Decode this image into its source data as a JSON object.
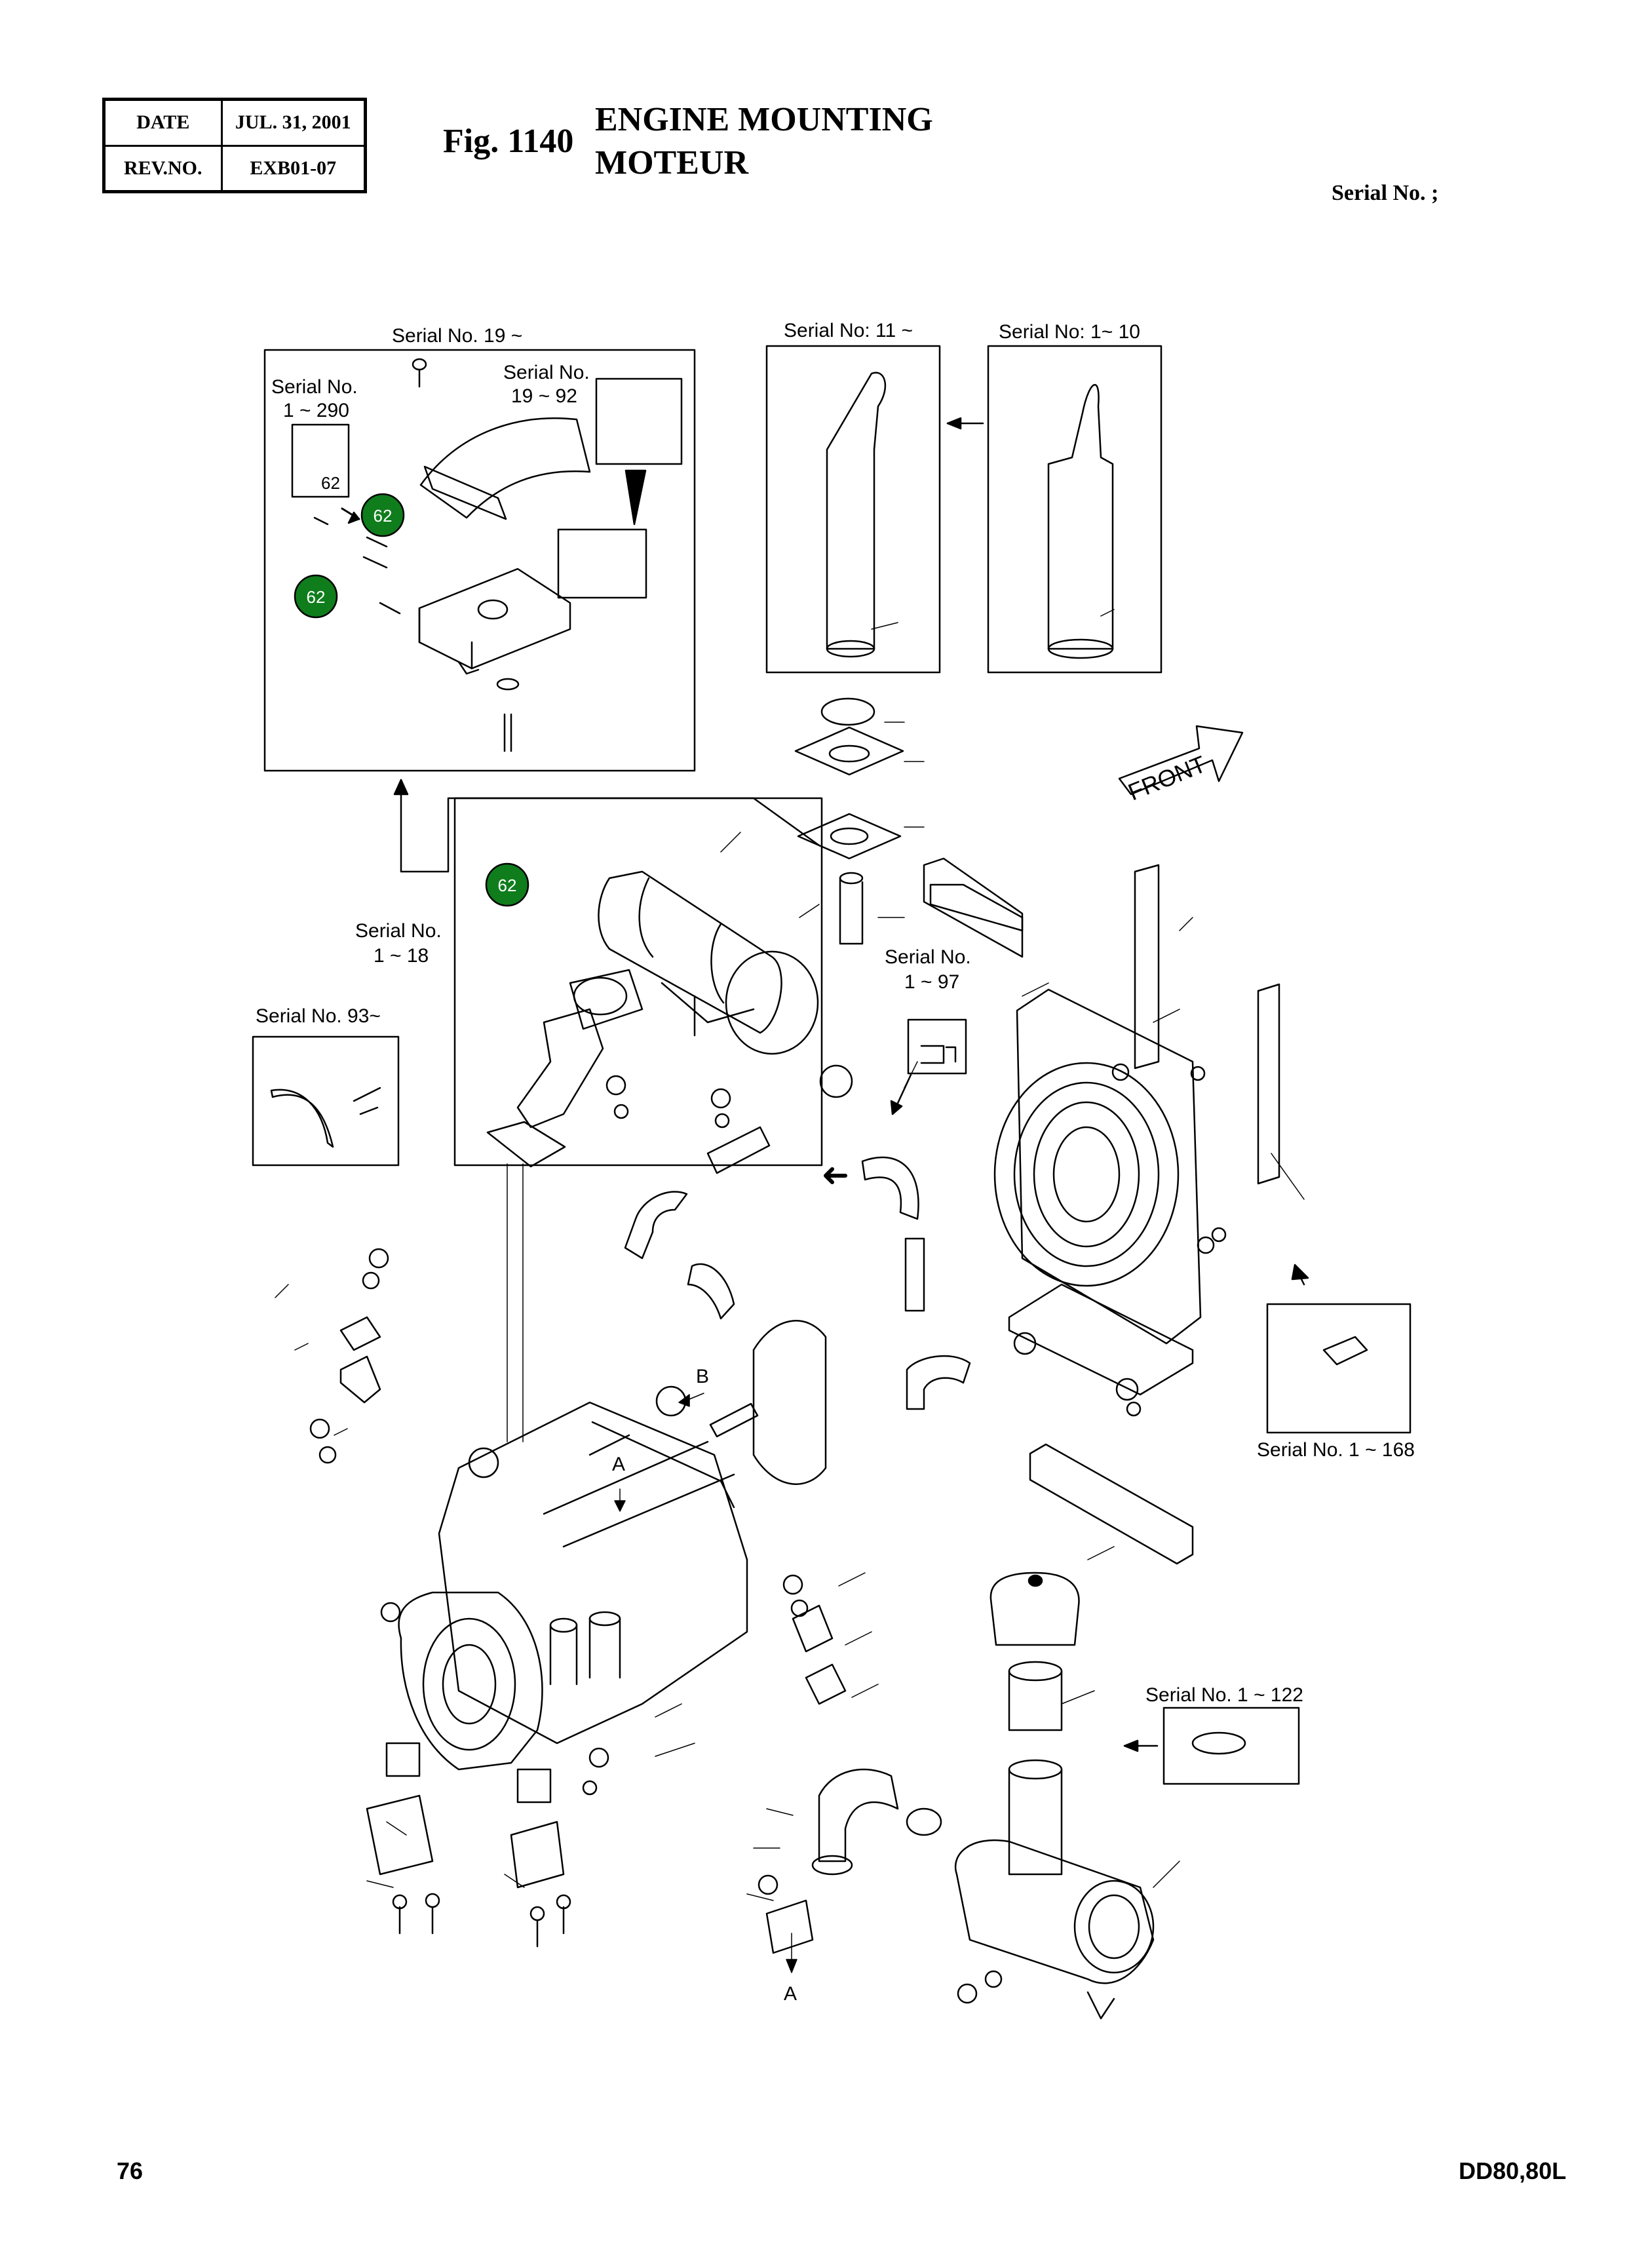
{
  "header": {
    "date_label": "DATE",
    "date_value": "JUL. 31, 2001",
    "rev_label": "REV.NO.",
    "rev_value": "EXB01-07",
    "fig_number": "Fig. 1140",
    "title_en": "ENGINE MOUNTING",
    "title_fr": "MOTEUR",
    "serial": "Serial No. ;"
  },
  "footer": {
    "page": "76",
    "model": "DD80,80L"
  },
  "colors": {
    "callout_fill": "#0f7d1c",
    "line": "#000000"
  },
  "diagram": {
    "serial_19": "Serial No. 19 ~",
    "serial_1_290_a": "Serial No.",
    "serial_1_290_b": "1 ~ 290",
    "serial_19_92_a": "Serial No.",
    "serial_19_92_b": "19 ~ 92",
    "serial_11": "Serial No: 11 ~",
    "serial_1_10": "Serial No: 1~ 10",
    "front": "FRONT",
    "serial_1_18_a": "Serial No.",
    "serial_1_18_b": "1 ~ 18",
    "serial_1_97_a": "Serial No.",
    "serial_1_97_b": "1 ~ 97",
    "serial_93": "Serial No. 93~",
    "serial_1_168": "Serial No. 1 ~ 168",
    "serial_1_122": "Serial No. 1 ~ 122",
    "ref_a": "A",
    "ref_b": "B",
    "inline_62": "62",
    "callouts": [
      "62",
      "62",
      "62"
    ]
  }
}
